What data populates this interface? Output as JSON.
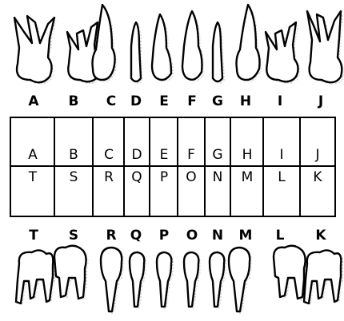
{
  "upper_labels": [
    "A",
    "B",
    "C",
    "D",
    "E",
    "F",
    "G",
    "H",
    "I",
    "J"
  ],
  "lower_labels": [
    "T",
    "S",
    "R",
    "Q",
    "P",
    "O",
    "N",
    "M",
    "L",
    "K"
  ],
  "grid": {
    "top_row": [
      "A",
      "B",
      "C",
      "D",
      "E",
      "F",
      "G",
      "H",
      "I",
      "J"
    ],
    "bottom_row": [
      "T",
      "S",
      "R",
      "Q",
      "P",
      "O",
      "N",
      "M",
      "L",
      "K"
    ]
  },
  "icons": {
    "upper_teeth": [
      "upper-molar-icon",
      "upper-molar-icon",
      "upper-canine-icon",
      "upper-incisor-icon",
      "upper-incisor-icon",
      "upper-incisor-icon",
      "upper-incisor-icon",
      "upper-canine-icon",
      "upper-molar-icon",
      "upper-molar-icon"
    ],
    "lower_teeth": [
      "lower-molar-icon",
      "lower-molar-icon",
      "lower-canine-icon",
      "lower-incisor-icon",
      "lower-incisor-icon",
      "lower-incisor-icon",
      "lower-incisor-icon",
      "lower-canine-icon",
      "lower-molar-icon",
      "lower-molar-icon"
    ]
  }
}
